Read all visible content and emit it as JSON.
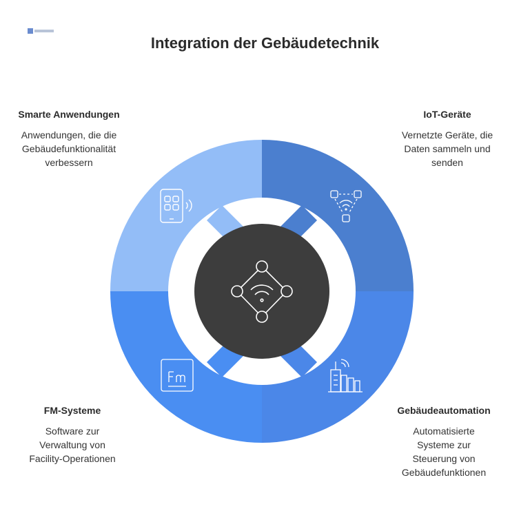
{
  "title": "Integration der Gebäudetechnik",
  "colors": {
    "top_left": "#93bdf7",
    "top_right": "#4b7fcf",
    "bottom_left": "#4a8ef2",
    "bottom_right": "#4b87e8",
    "center": "#3d3d3d"
  },
  "sections": [
    {
      "heading": "Smarte Anwendungen",
      "description": "Anwendungen, die die Gebäudefunktionalität verbessern",
      "icon": "smartphone-apps-icon"
    },
    {
      "heading": "IoT-Geräte",
      "description": "Vernetzte Geräte, die Daten sammeln und senden",
      "icon": "network-nodes-icon"
    },
    {
      "heading": "FM-Systeme",
      "description": "Software zur Verwaltung von Facility-Operationen",
      "icon": "fm-software-icon"
    },
    {
      "heading": "Gebäudeautomation",
      "description": "Automatisierte Systeme zur Steuerung von Gebäudefunktionen",
      "icon": "smart-building-icon"
    }
  ],
  "center_icon": "network-hub-icon"
}
